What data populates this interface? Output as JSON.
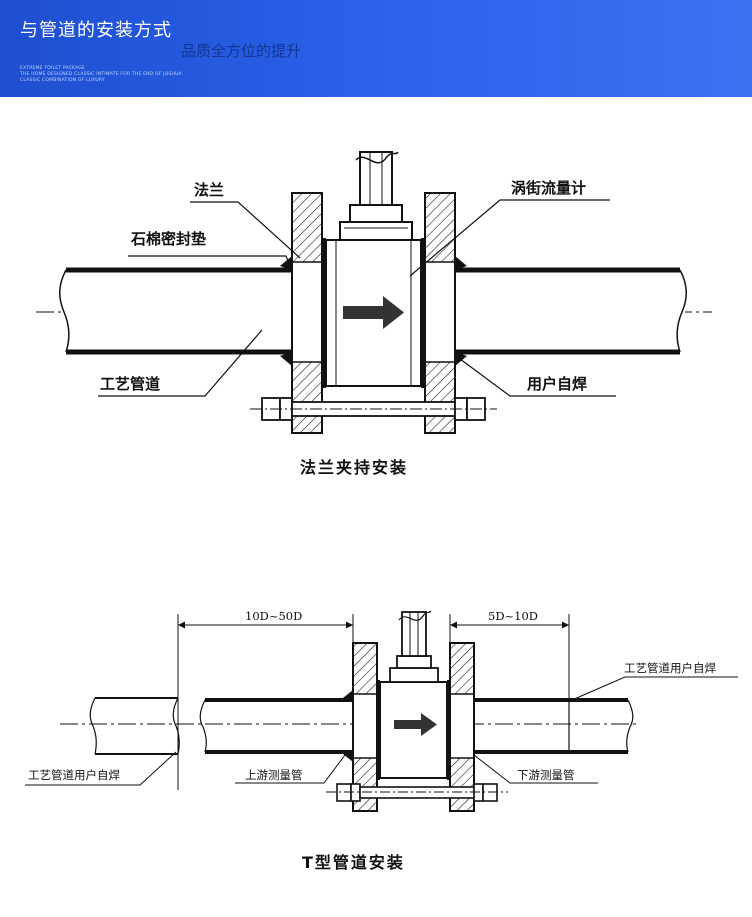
{
  "banner": {
    "title": "与管道的安装方式",
    "subtitle": "品质全方位的提升",
    "tagline": [
      "EXTREME TOILET PACKAGE",
      "THE HOME DESIGNED CLASSIC INTIMATE FOR THE END OF JOSHUA",
      "CLASSIC COMBINATION OF LUXURY"
    ]
  },
  "diagram1": {
    "labels": {
      "flange": "法兰",
      "gasket": "石棉密封垫",
      "flowmeter": "涡街流量计",
      "pipe": "工艺管道",
      "weld": "用户自焊"
    },
    "caption": "法兰夹持安装"
  },
  "diagram2": {
    "dim_upstream": "10D~50D",
    "dim_downstream": "5D~10D",
    "labels": {
      "pipe_weld_right": "工艺管道用户自焊",
      "pipe_weld_left": "工艺管道用户自焊",
      "upstream_pipe": "上游测量管",
      "downstream_pipe": "下游测量管"
    },
    "caption": "T型管道安装"
  }
}
